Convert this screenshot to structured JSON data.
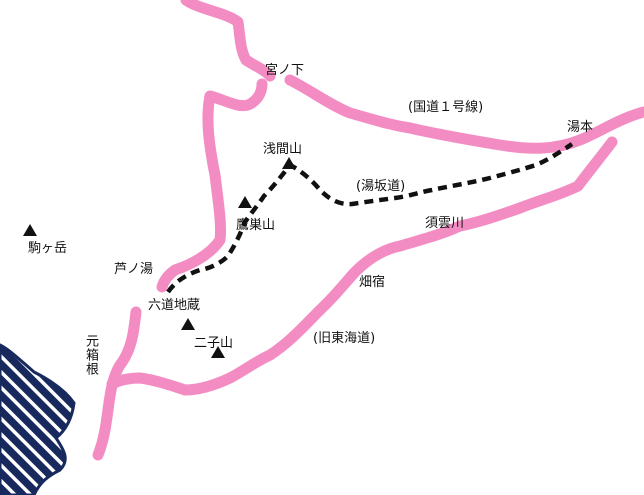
{
  "colors": {
    "road": "#f48cc4",
    "trail": "#111111",
    "lake": "#18295e",
    "lake_stripe": "#ffffff",
    "text": "#111111"
  },
  "labels": {
    "miyanoshita": "宮ノ下",
    "kokudo": "(国道１号線)",
    "yumoto": "湯本",
    "sengenyama": "浅間山",
    "yusaka": "(湯坂道)",
    "takanosuyama": "鷹巣山",
    "sugumogawa": "須雲川",
    "komagatake": "駒ヶ岳",
    "ashinoyu": "芦ノ湯",
    "hatajuku": "畑宿",
    "rokudo": "六道地蔵",
    "kyutokaido": "(旧東海道)",
    "futagoyama": "二子山",
    "motohakone": "元箱根"
  },
  "peaks": [
    "sengenyama",
    "takanosuyama",
    "komagatake",
    "futagoyama"
  ]
}
